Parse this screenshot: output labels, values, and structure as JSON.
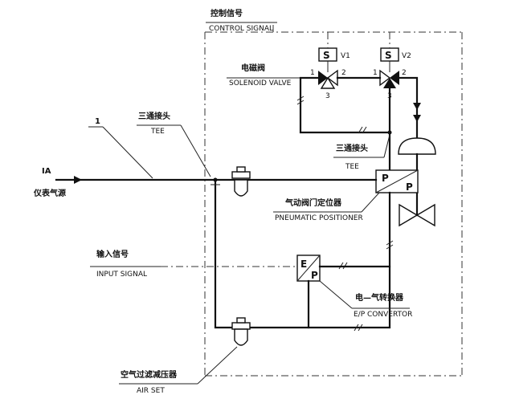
{
  "diagram": {
    "control_signal": {
      "cn": "控制信号",
      "en": "CONTROL SIGNAL"
    },
    "solenoid_valve": {
      "cn": "电磁阀",
      "en": "SOLENOID VALVE"
    },
    "v1": {
      "symbol": "S",
      "name": "V1"
    },
    "v2": {
      "symbol": "S",
      "name": "V2"
    },
    "port_1": "1",
    "port_2": "2",
    "port_3": "3",
    "tee_left": {
      "cn": "三通接头",
      "en": "TEE"
    },
    "tee_right": {
      "cn": "三通接头",
      "en": "TEE"
    },
    "line_number": "1",
    "ia": {
      "code": "IA",
      "cn": "仪表气源"
    },
    "positioner": {
      "cn": "气动阀门定位器",
      "en": "PNEUMATIC POSITIONER",
      "p1": "P",
      "p2": "P"
    },
    "input_signal": {
      "cn": "输入信号",
      "en": "INPUT SIGNAL"
    },
    "ep": {
      "cn": "电—气转换器",
      "en": "E/P CONVERTOR",
      "e": "E",
      "p": "P"
    },
    "air_set": {
      "cn": "空气过滤减压器",
      "en": "AIR SET"
    }
  }
}
